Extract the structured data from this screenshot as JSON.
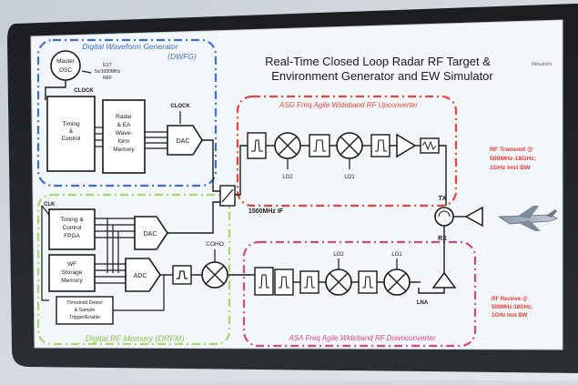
{
  "monitor": {
    "badge": "Mitsubishi"
  },
  "title": {
    "line1": "Real-Time Closed Loop Radar RF Target &",
    "line2": "Environment Generator and EW Simulator"
  },
  "regions": {
    "dwfg": {
      "line1": "Digital Waveform Generator",
      "line2": "(DWFG)"
    },
    "drfm": {
      "label": "Digital RF Memory (DRFM)"
    },
    "asg": {
      "label": "ASG Freq Agile Wideband RF Upconverter"
    },
    "asa": {
      "label": "ASA Freq Agile Wideband RF Downconverter"
    }
  },
  "blocks": {
    "master_osc": {
      "line1": "Master",
      "line2": "OSC"
    },
    "ext_ref": {
      "line1": "EXT",
      "line2": "5o/1000MHz",
      "line3": "REF"
    },
    "clock_top": "CLOCK",
    "clock_dac": "CLOCK",
    "timing_control": {
      "line1": "Timing",
      "line2": "&",
      "line3": "Control"
    },
    "radar_memory": {
      "line1": "Radar",
      "line2": "& EA",
      "line3": "Wave-",
      "line4": "form",
      "line5": "Memory"
    },
    "dac_top": "DAC",
    "timing_fpga": {
      "line1": "Timing &",
      "line2": "Control",
      "line3": "FPGA"
    },
    "clk": "CLK",
    "dac_mid": "DAC",
    "adc": "ADC",
    "coho": "COHO",
    "wf_storage": {
      "line1": "WF",
      "line2": "Storage",
      "line3": "Memory"
    },
    "threshold": {
      "line1": "Threshold Detect",
      "line2": "& Sample",
      "line3": "Trigger/Enable"
    },
    "if_label": "1500MHz IF",
    "lo2_up": "LO2",
    "lo1_up": "LO1",
    "lo2_down": "LO2",
    "lo1_down": "LO1",
    "lna": "LNA",
    "tx": "TX",
    "rx": "RX"
  },
  "side_notes": {
    "transmit": {
      "line1": "RF Transmit @",
      "line2": "500MHz-18GHz;",
      "line3": "1GHz Inst BW"
    },
    "receive": {
      "line1": "RF Receive @",
      "line2": "500MHz-18GHz;",
      "line3": "1GHz Inst BW"
    }
  },
  "colors": {
    "panel": "#f4f7fa",
    "ink": "#1a1a1a",
    "dwfg": "#3a6fd8",
    "drfm": "#a6d86a",
    "asg": "#e8453c",
    "asa": "#d4468a",
    "note": "#e23a30"
  }
}
